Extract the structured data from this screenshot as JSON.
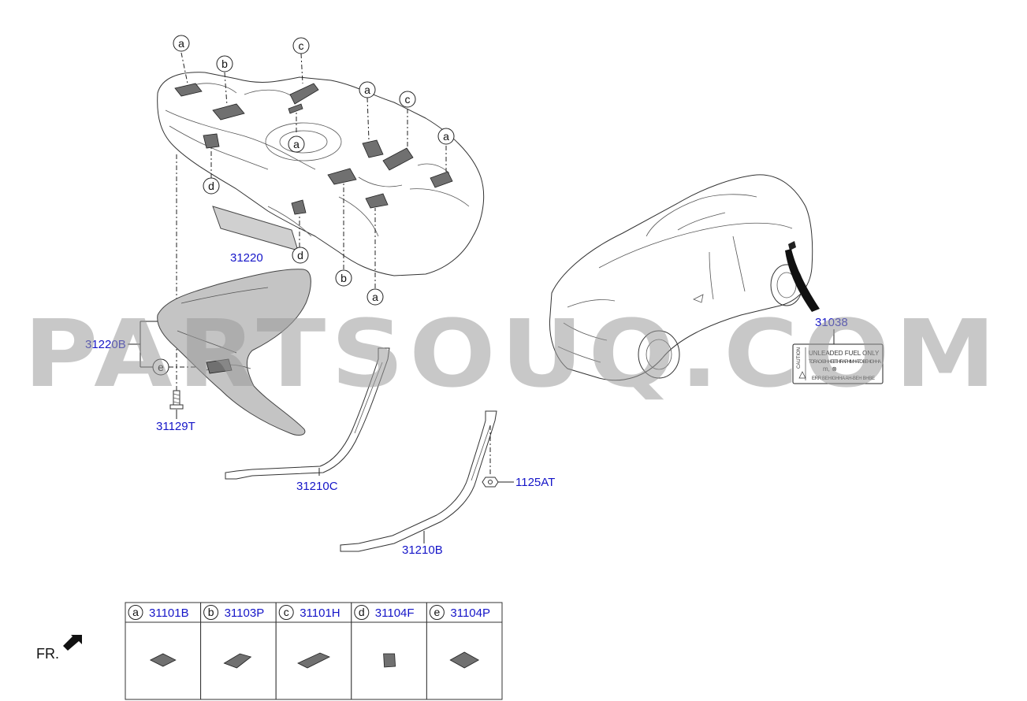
{
  "callouts": {
    "a": "a",
    "b": "b",
    "c": "c",
    "d": "d",
    "e": "e"
  },
  "parts": {
    "p31220": "31220",
    "p31220B": "31220B",
    "p31129T": "31129T",
    "p31210C": "31210C",
    "p31210B": "31210B",
    "p1125AT": "1125AT",
    "p31038": "31038"
  },
  "legend": [
    {
      "letter": "a",
      "part": "31101B"
    },
    {
      "letter": "b",
      "part": "31103P"
    },
    {
      "letter": "c",
      "part": "31101H"
    },
    {
      "letter": "d",
      "part": "31104F"
    },
    {
      "letter": "e",
      "part": "31104P"
    }
  ],
  "fuel_label": {
    "line1": "UNLEADED FUEL ONLY",
    "caution": "CAUTION",
    "line2": "TORAO 63H HEBTHIRAPHIMHATO BEHIGHHA",
    "line3": "ERR BEHIGHHA AH-BEH BHBE"
  },
  "orientation": "FR.",
  "watermark": "PARTSOUQ.COM",
  "colors": {
    "part_label": "#1515c8",
    "pad": "#707070",
    "watermark": "#9a9a9a"
  }
}
